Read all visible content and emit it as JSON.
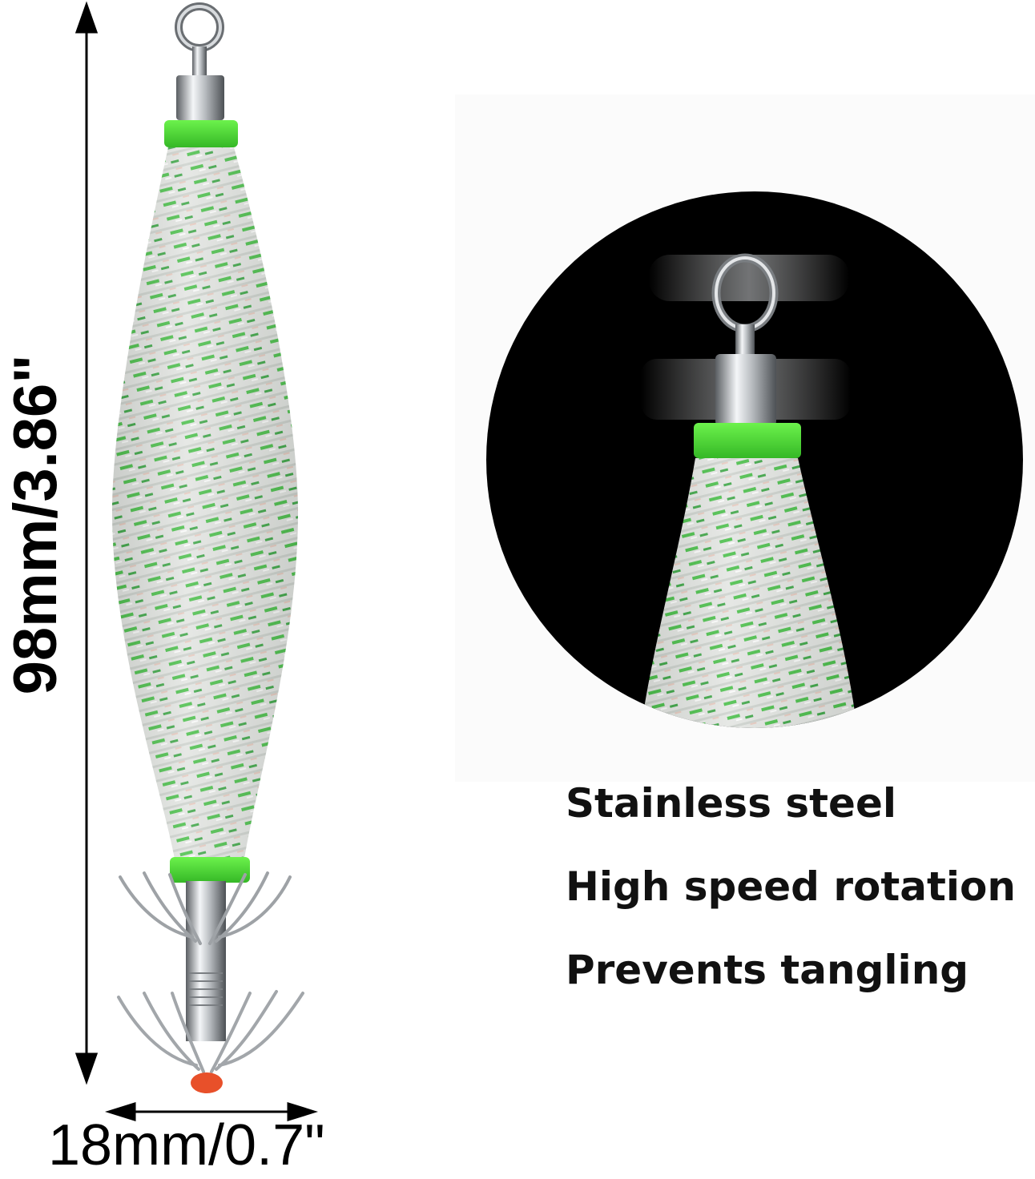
{
  "dimensions": {
    "height_label": "98mm/3.86\"",
    "width_label": "18mm/0.7\""
  },
  "features": [
    "Stainless steel",
    "High speed rotation",
    "Prevents tangling"
  ],
  "colors": {
    "background": "#ffffff",
    "accent_green": "#4cd836",
    "detail_background": "#000000",
    "tip": "#e8502a"
  }
}
